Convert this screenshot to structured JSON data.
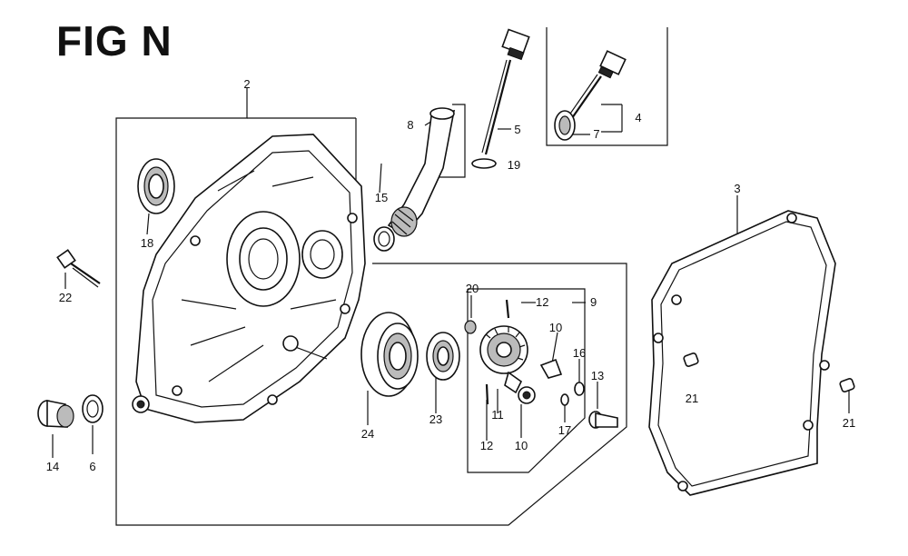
{
  "figure": {
    "title": "FIG N"
  },
  "callouts": [
    {
      "label": "2"
    },
    {
      "label": "8"
    },
    {
      "label": "5"
    },
    {
      "label": "19"
    },
    {
      "label": "4"
    },
    {
      "label": "7"
    },
    {
      "label": "3"
    },
    {
      "label": "15"
    },
    {
      "label": "18"
    },
    {
      "label": "22"
    },
    {
      "label": "20"
    },
    {
      "label": "12"
    },
    {
      "label": "9"
    },
    {
      "label": "10"
    },
    {
      "label": "16"
    },
    {
      "label": "13"
    },
    {
      "label": "11"
    },
    {
      "label": "24"
    },
    {
      "label": "23"
    },
    {
      "label": "12"
    },
    {
      "label": "10"
    },
    {
      "label": "17"
    },
    {
      "label": "21"
    },
    {
      "label": "21"
    },
    {
      "label": "14"
    },
    {
      "label": "6"
    }
  ]
}
